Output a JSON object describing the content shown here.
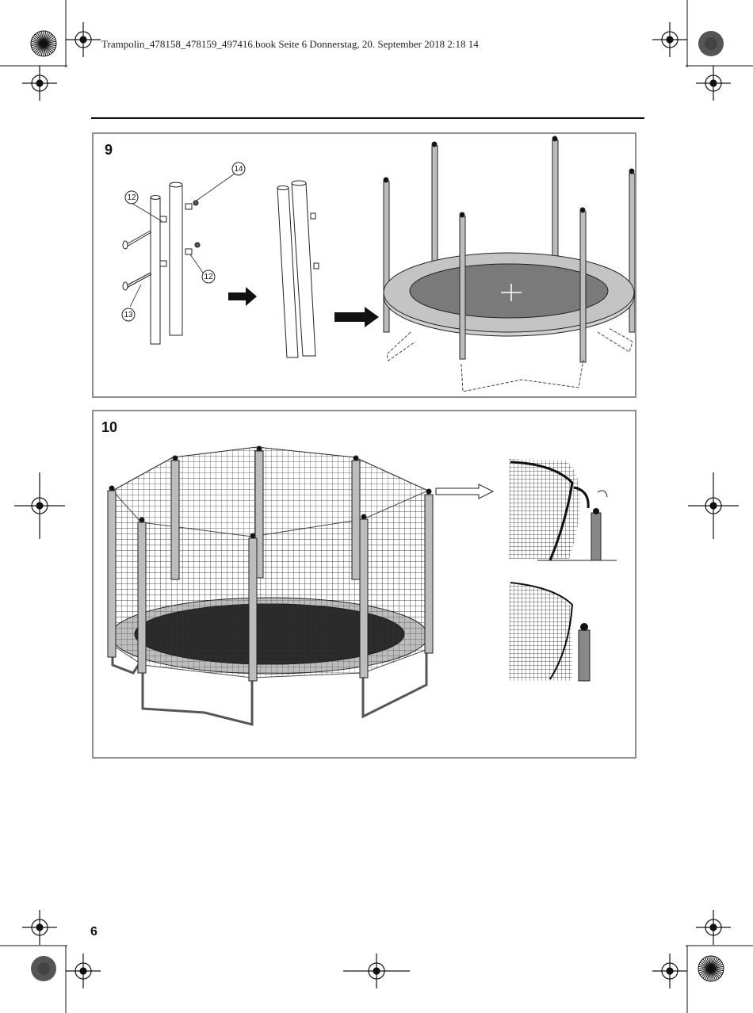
{
  "header": {
    "slug": "Trampolin_478158_478159_497416.book  Seite 6  Donnerstag, 20. September 2018  2:18 14"
  },
  "figures": [
    {
      "number": "9",
      "callouts": [
        "14",
        "12",
        "12",
        "13"
      ]
    },
    {
      "number": "10"
    }
  ],
  "footer": {
    "page_number": "6"
  },
  "colors": {
    "frame": "#8e8e8e",
    "mat": "#7a7a7a",
    "pad": "#bdbdbd",
    "ink": "#111111"
  }
}
